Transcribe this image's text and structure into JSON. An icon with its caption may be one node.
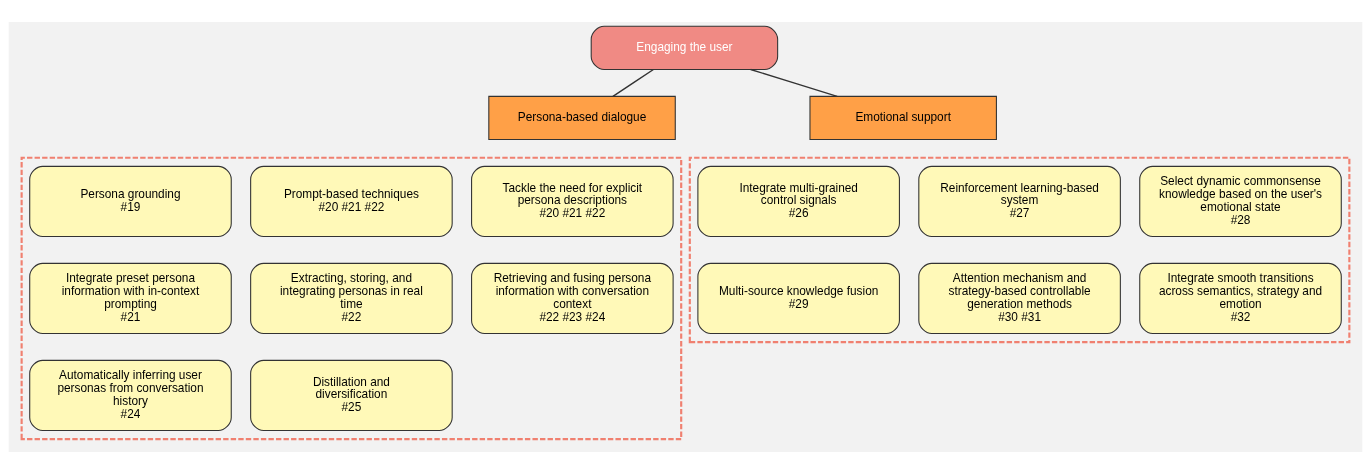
{
  "diagram": {
    "nodes": [
      {
        "text": [
          "Engaging the user"
        ]
      },
      {
        "text": [
          "Persona-based dialogue"
        ]
      },
      {
        "text": [
          "Emotional support"
        ]
      },
      {
        "text": [],
        "shape": "box"
      },
      {
        "text": [
          "Persona grounding",
          "#19"
        ],
        "in": 3
      },
      {
        "text": [
          "Prompt-based techniques",
          "#20 #21 #22"
        ],
        "in": 3
      },
      {
        "text": [
          "Tackle the need for explicit persona descriptions",
          "#20 #21 #22"
        ],
        "in": 3
      },
      {
        "text": [
          "Integrate preset persona information with in-context prompting",
          "#21"
        ],
        "in": 3
      },
      {
        "text": [
          "Extracting, storing, and integrating personas in real time",
          "#22"
        ],
        "in": 3
      },
      {
        "text": [
          "Retrieving and fusing persona information with conversation context",
          "#22 #23 #24"
        ],
        "in": 3
      },
      {
        "text": [
          "Automatically inferring user personas from conversation history",
          "#24"
        ],
        "in": 3
      },
      {
        "text": [
          "Distillation and diversification",
          "#25"
        ],
        "in": 3
      },
      {
        "text": [],
        "shape": "box"
      },
      {
        "text": [
          "Integrate multi-grained control signals",
          "#26"
        ],
        "in": 12
      },
      {
        "text": [
          "Reinforcement learning-based system",
          "#27"
        ],
        "in": 12
      },
      {
        "text": [
          "Select dynamic commonsense knowledge based on the user's emotional state",
          "#28"
        ],
        "in": 12
      },
      {
        "text": [
          "Multi-source knowledge fusion",
          "#29"
        ],
        "in": 12
      },
      {
        "text": [
          "Attention mechanism and strategy-based controllable generation methods",
          "#30 #31"
        ],
        "in": 12
      },
      {
        "text": [
          "Integrate smooth transitions across semantics, strategy and emotion",
          "#32"
        ],
        "in": 12
      }
    ],
    "edges": [
      {
        "from": 0,
        "to": 1,
        "arrow": "none"
      },
      {
        "from": 0,
        "to": 2,
        "arrow": "none"
      }
    ]
  }
}
